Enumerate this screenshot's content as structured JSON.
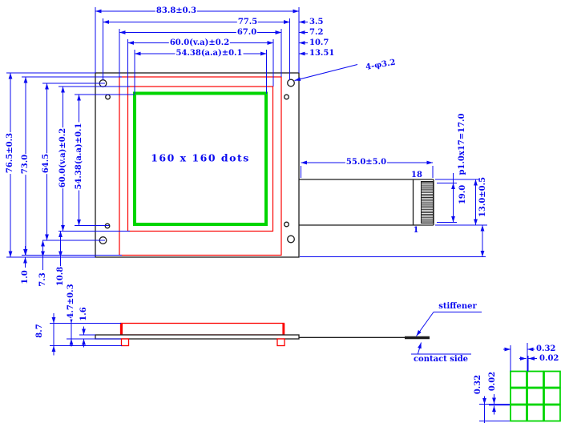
{
  "main_view": {
    "display_label": "160 x 160 dots",
    "top_dims": [
      "83.8±0.3",
      "77.5",
      "67.0",
      "60.0(v.a)±0.2",
      "54.38(a.a)±0.1"
    ],
    "right_offset_dims": [
      "3.5",
      "7.2",
      "10.7",
      "13.51"
    ],
    "mounting_holes_label": "4-φ3.2",
    "left_dims": [
      "76.5±0.3",
      "73.0",
      "64.5",
      "60.0(v.a)±0.2",
      "54.38(a.a)±0.1"
    ],
    "bottom_offset_dims": [
      "1.0",
      "7.3",
      "10.8"
    ]
  },
  "tail": {
    "length_dim": "55.0±5.0",
    "pin_last": "18",
    "pin_first": "1",
    "pin_pitch_dim": "p1.0x17=17.0",
    "connector_height_dim": "19.0",
    "bottom_offset_dim": "13.0±0.5"
  },
  "side_view": {
    "total_height_dim": "8.7",
    "stack_height_dim": "4.7±0.3",
    "board_thickness_dim": "1.6",
    "stiffener_label": "stiffener",
    "contact_side_label": "contact side"
  },
  "dot_detail": {
    "dot_pitch_h": "0.32",
    "dot_gap_h": "0.02",
    "dot_pitch_v": "0.32",
    "dot_gap_v": "0.02"
  },
  "colors": {
    "dimension_blue": "#0b0bf0",
    "outline_black": "#1c1c1c",
    "glass_red": "#fb0200",
    "active_area_green": "#00d500"
  }
}
